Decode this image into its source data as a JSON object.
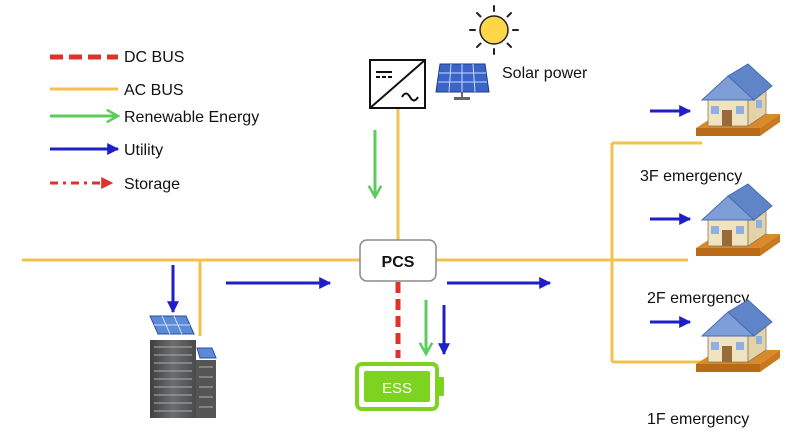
{
  "legend": {
    "dc_bus": "DC BUS",
    "ac_bus": "AC BUS",
    "renewable": "Renewable Energy",
    "utility": "Utility",
    "storage": "Storage"
  },
  "solar": {
    "label": "Solar power"
  },
  "pcs": {
    "label": "PCS"
  },
  "ess": {
    "label": "ESS"
  },
  "houses": [
    {
      "label": "3F emergency"
    },
    {
      "label": "2F emergency"
    },
    {
      "label": "1F emergency"
    }
  ],
  "colors": {
    "ac_bus": "#f2c14e",
    "dc_bus": "#e0312b",
    "renewable": "#5ccd5c",
    "utility": "#1f1fc7",
    "ess": "#7ed321",
    "ess_dark": "#5aa51a"
  },
  "icons": {
    "sun": "sun-icon",
    "inverter": "inverter-icon",
    "solar_panel": "solar-panel-icon",
    "building": "building-icon",
    "battery": "battery-icon",
    "house": "house-icon"
  }
}
